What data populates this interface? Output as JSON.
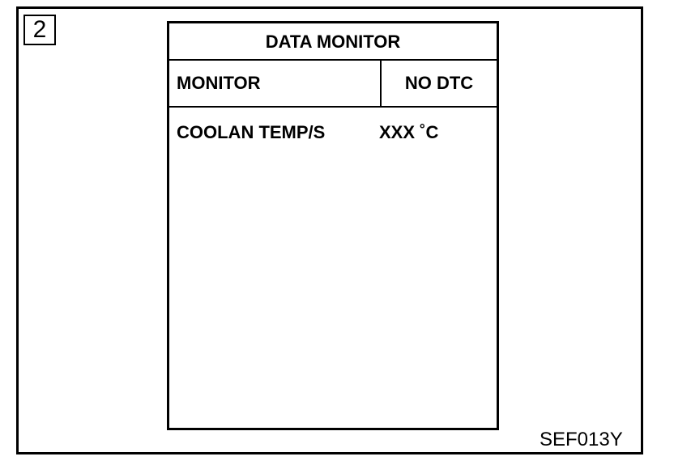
{
  "step_number": "2",
  "screen": {
    "title": "DATA MONITOR",
    "tabs": {
      "monitor": "MONITOR",
      "no_dtc": "NO DTC"
    },
    "rows": [
      {
        "label": "COOLAN TEMP/S",
        "value": "XXX ˚C"
      }
    ]
  },
  "figure_code": "SEF013Y"
}
